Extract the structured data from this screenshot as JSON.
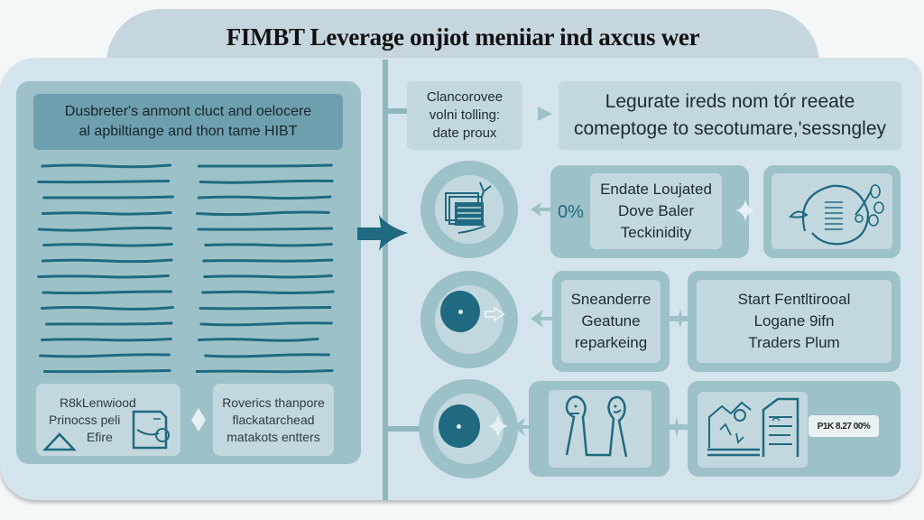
{
  "title": "FIMBT Leverage onjiot meniiar ind axcus wer",
  "colors": {
    "background": "#f4f7f8",
    "panel": "#d4e4ec",
    "card_outer": "#9dc1c9",
    "card_inner": "#c3d8de",
    "header_fill": "#6e9fae",
    "accent": "#1f6a80",
    "title_tab": "#c6d6de"
  },
  "left": {
    "document": {
      "header_lines": [
        "Dusbreter's anmont cluct and oelocere",
        "al apbiltiange and thon tame HIBT"
      ],
      "icon": "text-lines-document"
    },
    "cards": [
      {
        "lines": [
          "R8kLenwiood",
          "Prinocss peli",
          "Efire"
        ],
        "icons": [
          "warning-triangle-icon",
          "document-hand-icon"
        ]
      },
      {
        "lines": [
          "Roverics thanpore",
          "flackatarchead",
          "matakots entters"
        ]
      }
    ],
    "connector_icon": "diamond-arrow-icon"
  },
  "center_arrow": "arrow-right-icon",
  "right": {
    "row1": {
      "small_card": [
        "Clancorovee",
        "volni tolling:",
        "date proux"
      ],
      "large_card": [
        "Legurate ireds nom tór reeate",
        "comeptoge to secotumare,'sessngley"
      ]
    },
    "row2": {
      "icon": "document-stack-icon",
      "percent": "0%",
      "text_card": [
        "Endate Loujated",
        "Dove Baler",
        "Teckinidity"
      ],
      "image_icon": "cycle-document-plant-icon"
    },
    "row3": {
      "icon": "dial-icon",
      "text_card_1": [
        "Sneanderre",
        "Geatune",
        "reparkeing"
      ],
      "text_card_2": [
        "Start Fentltirooal",
        "Logane 9ifn",
        "Traders Plum"
      ]
    },
    "row4": {
      "icon": "dial-icon",
      "image_card_1_icon": "two-figures-icon",
      "image_card_2_icon": "chart-document-icon",
      "badge": "P1K 8.27 00%"
    }
  }
}
